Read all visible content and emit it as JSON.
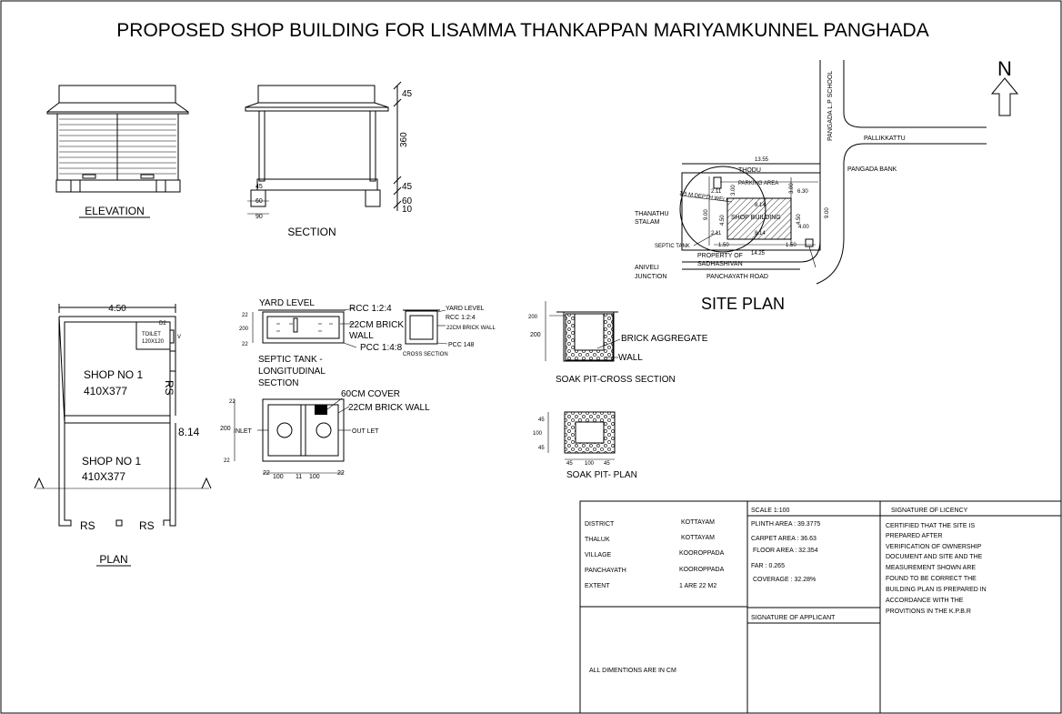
{
  "title": "PROPOSED SHOP BUILDING FOR LISAMMA THANKAPPAN  MARIYAMKUNNEL PANGHADA",
  "north": "N",
  "elevation": {
    "label": "ELEVATION"
  },
  "section": {
    "label": "SECTION",
    "dims": [
      "45",
      "360",
      "45",
      "60",
      "10",
      "45",
      "60",
      "90"
    ]
  },
  "plan": {
    "label": "PLAN",
    "width_dim": "4.50",
    "length_dim": "8.14",
    "toilet": "TOILET",
    "toilet_size": "120X120",
    "d2": "D2",
    "v": "V",
    "shop1_name": "SHOP NO 1",
    "shop1_size": "410X377",
    "shop2_name": "SHOP NO 1",
    "shop2_size": "410X377",
    "rs_side": "RS",
    "rs_left": "RS",
    "rs_right": "RS"
  },
  "septic": {
    "yard_level": "YARD LEVEL",
    "rcc": "RCC 1:2:4",
    "brick": "22CM BRICK",
    "wall": "WALL",
    "pcc": "PCC 1:4:8",
    "label1": "SEPTIC TANK -",
    "label2": "LONGITUDINAL",
    "label3": "SECTION",
    "dim22a": "22",
    "dim200": "200",
    "dim22b": "22",
    "cs_yard": "YARD LEVEL",
    "cs_rcc": "RCC 1:2:4",
    "cs_brick": "22CM BRICK WALL",
    "cs_pcc": "PCC 148",
    "cs_label": "CROSS SECTION",
    "cover": "60CM COVER",
    "brick_wall": "22CM BRICK WALL",
    "inlet": "INLET",
    "outlet": "OUT LET",
    "p_dim22": "22",
    "p_dim200": "200",
    "p_dim22b": "22",
    "bottom_dims": [
      "22",
      "100",
      "11",
      "100",
      "22"
    ]
  },
  "soak": {
    "aggregate": "BRICK AGGREGATE",
    "wall": "WALL",
    "cross_label": "SOAK PIT-CROSS SECTION",
    "plan_label": "SOAK PIT- PLAN",
    "dim200a": "200",
    "dim200b": "200",
    "plan_dims_v": [
      "45",
      "100",
      "45"
    ],
    "plan_dims_h": [
      "45",
      "100",
      "45"
    ]
  },
  "site": {
    "label": "SITE PLAN",
    "school": "PANGADA L.P SCHOOL",
    "pallikkattu": "PALLIKKATTU",
    "bank": "PANGADA BANK",
    "thodu": "THODU",
    "thanathu": "THANATHU",
    "stalam": "STALAM",
    "parking": "PARKING AREA",
    "shop": "SHOP BUILDING",
    "septic": "SEPTIC TANK",
    "prop1": "PROPERTY OF",
    "prop2": "SADHASHIVAN",
    "aniveli": "ANIVELI",
    "junction": "JUNCTION",
    "road": "PANCHAYATH ROAD",
    "well": "1.5 M DEPTH WELL",
    "d1355": "13.55",
    "d1425": "14.25",
    "d211a": "2.11",
    "d211b": "2.11",
    "d300a": "3.00",
    "d300b": "3.00",
    "d900a": "9.00",
    "d900b": "9.00",
    "d450a": "4.50",
    "d450b": "4.50",
    "d630": "6.30",
    "d400": "4.00",
    "d150a": "1.50",
    "d150b": "1.50",
    "d814": "8.14",
    "d814b": "8.14"
  },
  "table": {
    "district_k": "DISTRICT",
    "district_v": "KOTTAYAM",
    "thaluk_k": "THALUK",
    "thaluk_v": "KOTTAYAM",
    "village_k": "VILLAGE",
    "village_v": "KOOROPPADA",
    "panch_k": "PANCHAYATH",
    "panch_v": "KOOROPPADA",
    "extent_k": "EXTENT",
    "extent_v": "1 ARE 22 M2",
    "scale": "SCALE 1:100",
    "plinth": "PLINTH AREA : 39.3775",
    "carpet": "CARPET AREA : 36.63",
    "floor": "FLOOR AREA : 32.354",
    "far": "FAR : 0.265",
    "coverage": "COVERAGE : 32.28%",
    "sig_applicant": "SIGNATURE OF APPLICANT",
    "sig_licency": "SIGNATURE OF LICENCY",
    "cert": [
      "CERTIFIED THAT THE SITE  IS",
      "PREPARED AFTER",
      "VERIFICATION OF OWNERSHIP",
      "DOCUMENT AND SITE AND THE",
      "MEASUREMENT SHOWN ARE",
      "FOUND TO BE CORRECT THE",
      "BUILDING PLAN IS PREPARED IN",
      "ACCORDANCE WITH THE",
      "PROVITIONS IN THE K.P.B.R"
    ],
    "note": "ALL DIMENTIONS ARE IN CM"
  }
}
